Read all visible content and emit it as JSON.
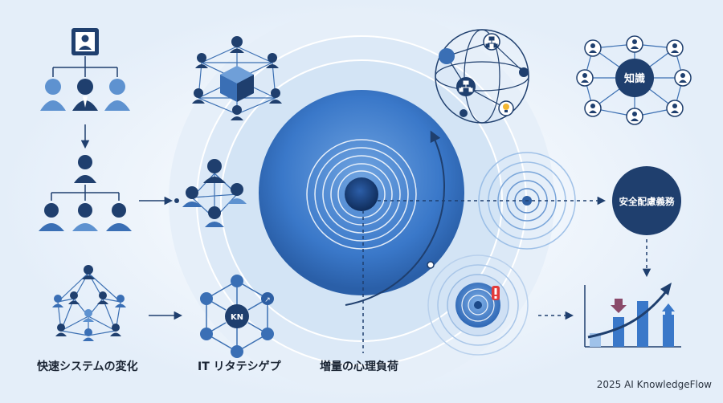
{
  "labels": {
    "left": "快速システムの変化",
    "middle": "IT リタテシゲプ",
    "center": "増量の心理負荷"
  },
  "nodes": {
    "knowledge": "知識",
    "duty": "安全配慮義務",
    "kn": "KN"
  },
  "footer": "2025 AI KnowledgeFlow",
  "colors": {
    "dark": "#1f3f6e",
    "mid": "#3b6fb2",
    "light": "#6f9fd8",
    "pale": "#dbe8f6",
    "warning": "#e23b3b",
    "bg": "#f3f7fc"
  },
  "icons": [
    "person-icon",
    "org-chart-icon",
    "cube-icon",
    "lightbulb-icon",
    "warning-icon",
    "chart-icon"
  ]
}
